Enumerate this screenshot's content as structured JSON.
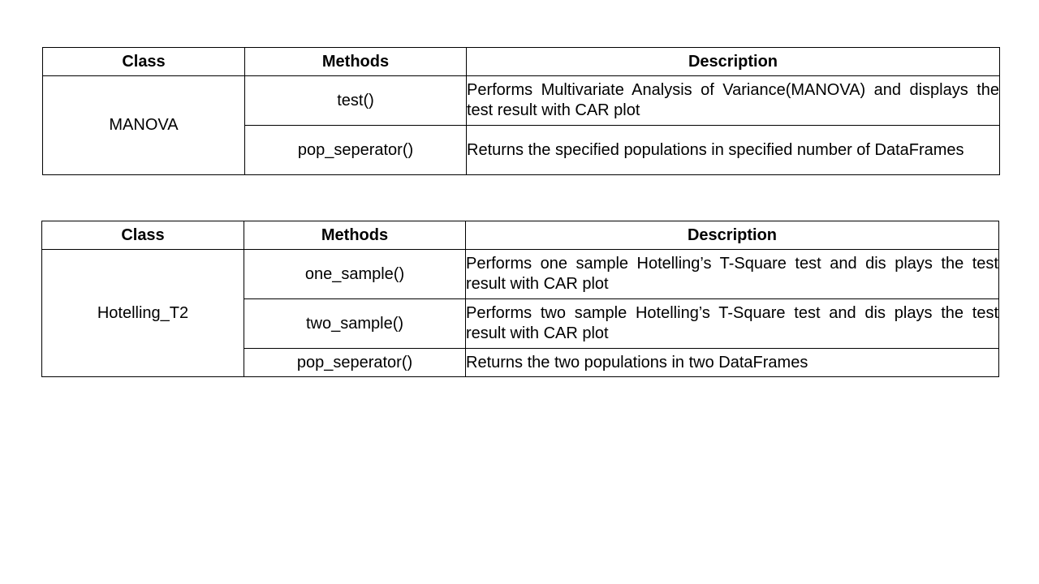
{
  "table1": {
    "headers": {
      "class": "Class",
      "methods": "Methods",
      "description": "Description"
    },
    "class_name": "MANOVA",
    "rows": [
      {
        "method": "test()",
        "description": "Performs Multivariate Analysis of Variance(MANOVA) and displays the test result with CAR plot"
      },
      {
        "method": "pop_seperator()",
        "description": "Returns the specified populations in specified number of DataFrames"
      }
    ]
  },
  "table2": {
    "headers": {
      "class": "Class",
      "methods": "Methods",
      "description": "Description"
    },
    "class_name": "Hotelling_T2",
    "rows": [
      {
        "method": "one_sample()",
        "description": "Performs one sample Hotelling’s T-Square test and dis plays the test result with CAR plot"
      },
      {
        "method": "two_sample()",
        "description": "Performs two sample Hotelling’s T-Square test and dis plays the test result with CAR plot"
      },
      {
        "method": "pop_seperator()",
        "description": "Returns the two populations in two DataFrames"
      }
    ]
  }
}
